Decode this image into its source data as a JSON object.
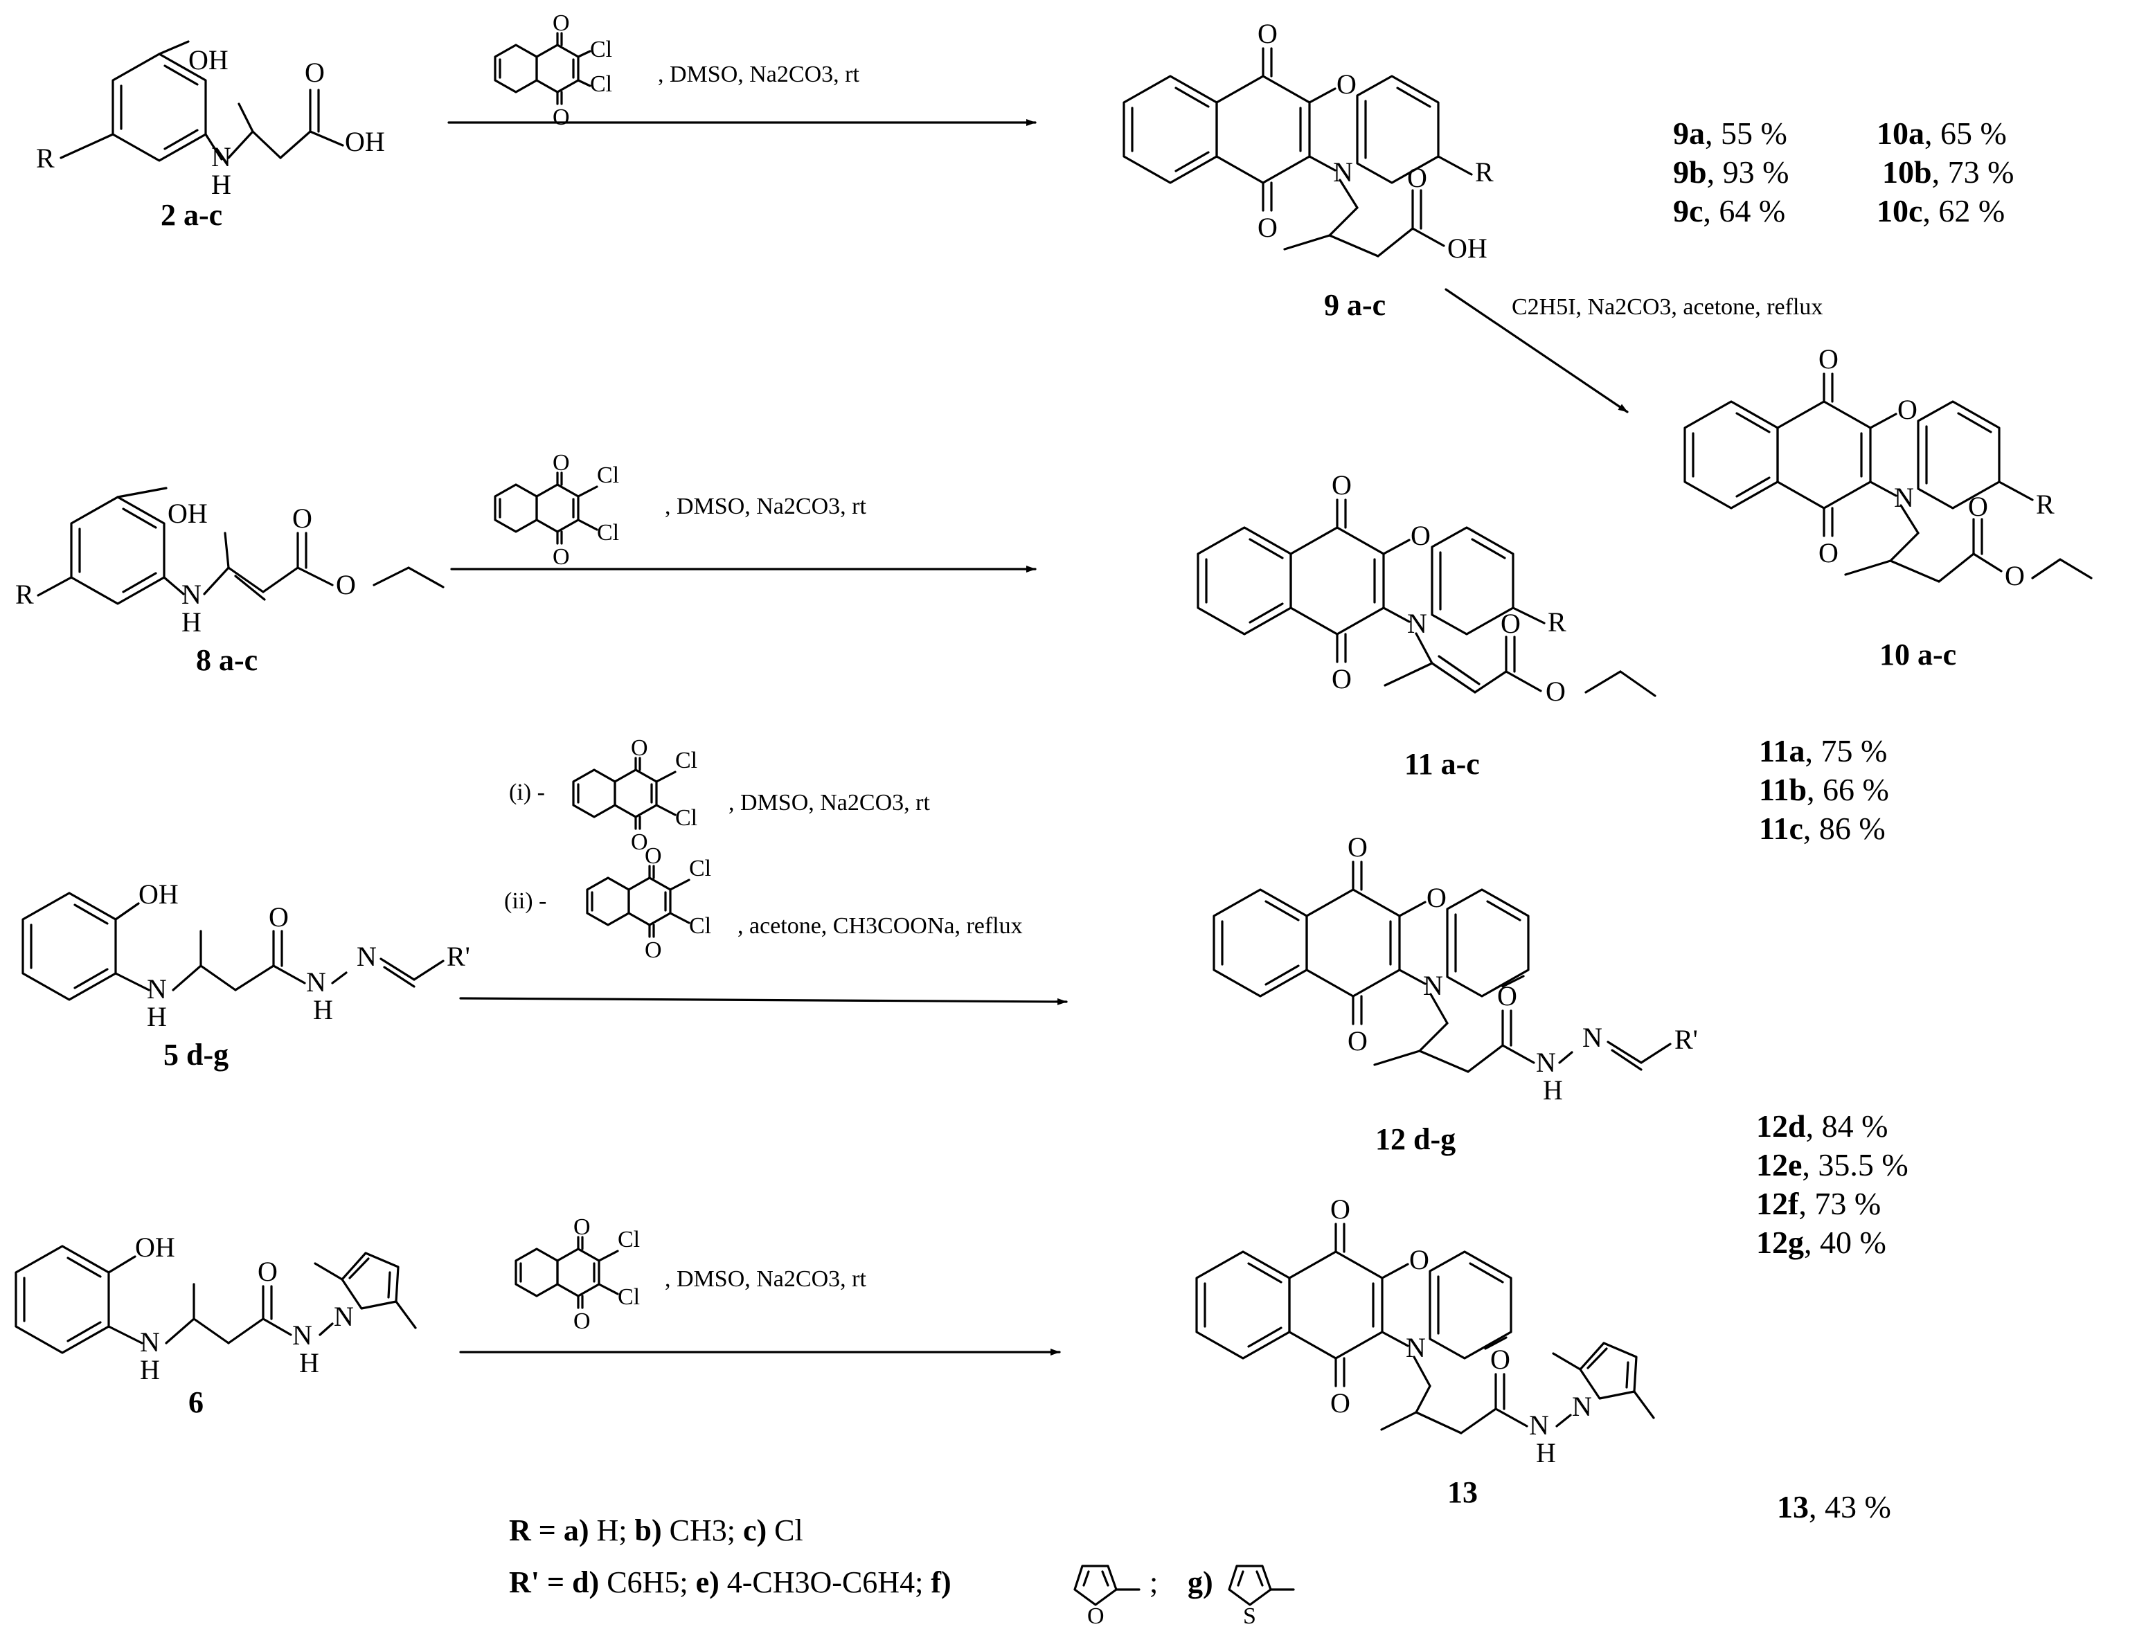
{
  "compound_labels": {
    "c2": "2 a-c",
    "c9": "9 a-c",
    "c10": "10 a-c",
    "c8": "8 a-c",
    "c11": "11 a-c",
    "c5": "5 d-g",
    "c12": "12 d-g",
    "c6": "6",
    "c13": "13"
  },
  "conditions": {
    "rxn1": ", DMSO, Na2CO3,  rt",
    "rxn2": "C2H5I, Na2CO3, acetone, reflux",
    "rxn3": ", DMSO, Na2CO3, rt",
    "rxn4_i_prefix": "(i) -",
    "rxn4_i": ", DMSO, Na2CO3, rt",
    "rxn4_ii_prefix": "(ii) -",
    "rxn4_ii": ", acetone, CH3COONa, reflux",
    "rxn5": ", DMSO, Na2CO3,  rt"
  },
  "yields": {
    "y9a_c": "9a",
    "y9a_v": ", 55 %",
    "y9b_c": "9b",
    "y9b_v": ", 93 %",
    "y9c_c": "9c",
    "y9c_v": ", 64 %",
    "y10a_c": "10a",
    "y10a_v": ", 65 %",
    "y10b_c": "10b",
    "y10b_v": ", 73 %",
    "y10c_c": "10c",
    "y10c_v": ", 62 %",
    "y11a_c": "11a",
    "y11a_v": ", 75 %",
    "y11b_c": "11b",
    "y11b_v": ", 66 %",
    "y11c_c": "11c",
    "y11c_v": ", 86 %",
    "y12d_c": "12d",
    "y12d_v": ", 84 %",
    "y12e_c": "12e",
    "y12e_v": ", 35.5 %",
    "y12f_c": "12f",
    "y12f_v": ", 73 %",
    "y12g_c": "12g",
    "y12g_v": ", 40 %",
    "y13_c": "13",
    "y13_v": ", 43 %"
  },
  "legend": {
    "r_prefix": "R = a)",
    "r_a": " H; ",
    "r_b_key": "b)",
    "r_b": " CH3; ",
    "r_c_key": "c)",
    "r_c": " Cl",
    "rp_prefix": "R' = d)",
    "rp_d": " C6H5; ",
    "rp_e_key": "e)",
    "rp_e": " 4-CH3O-C6H4; ",
    "rp_f_key": "f)",
    "rp_sep": " ; ",
    "rp_g_key": "g)"
  },
  "atoms": {
    "OH": "OH",
    "O": "O",
    "N": "N",
    "NH_H": "H",
    "R": "R",
    "Rp": "R'",
    "Cl": "Cl",
    "S": "S",
    "NN": "N",
    "OH2": "OH"
  }
}
